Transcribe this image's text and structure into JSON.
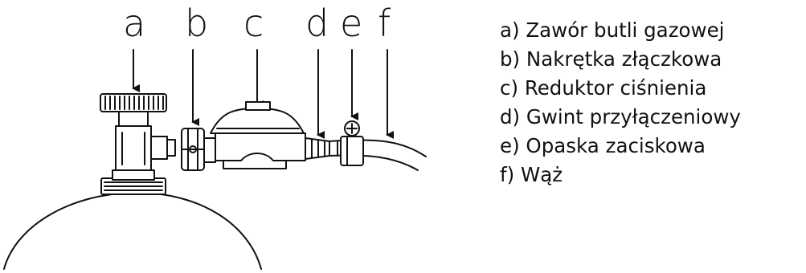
{
  "diagram": {
    "letters": [
      "a",
      "b",
      "c",
      "d",
      "e",
      "f"
    ]
  },
  "legend": {
    "items": [
      "a) Zawór butli gazowej",
      "b) Nakrętka złączkowa",
      "c) Reduktor ciśnienia",
      "d) Gwint przyłączeniowy",
      "e) Opaska zaciskowa",
      "f) Wąż"
    ]
  }
}
